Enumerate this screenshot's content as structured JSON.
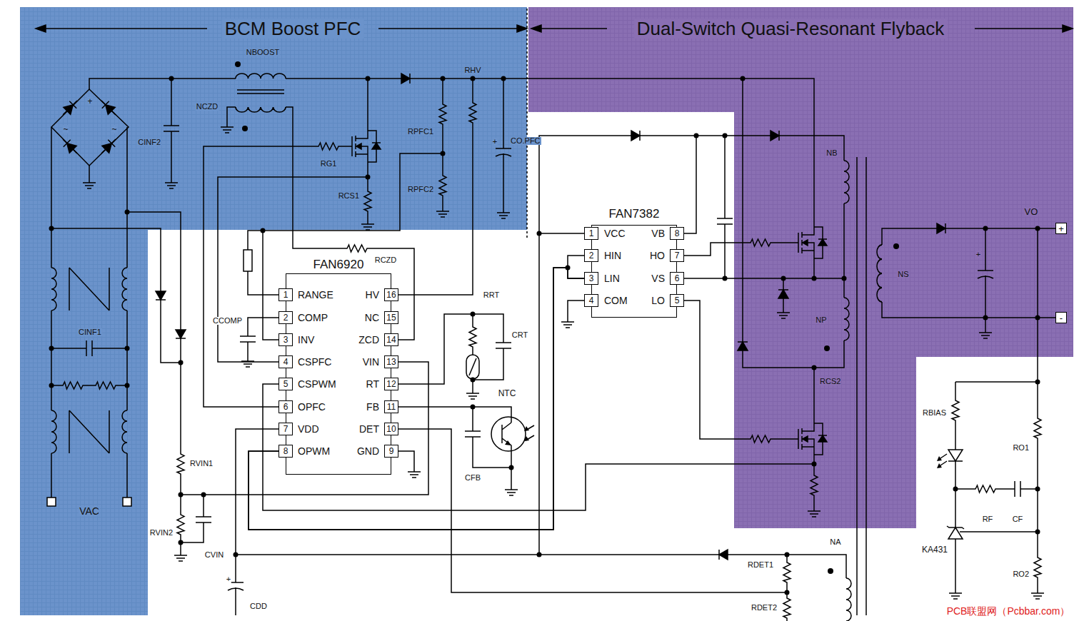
{
  "diagram": {
    "nodes": [
      {
        "text": [
          "BCM Boost PFC"
        ]
      },
      {
        "text": [
          "Dual-Switch Quasi-Resonant Flyback"
        ]
      },
      {
        "text": [
          "+"
        ],
        "in": 1
      },
      {
        "text": [
          "-"
        ],
        "in": 1
      },
      {
        "text": [
          "FAN6920"
        ]
      },
      {
        "text": [
          "1"
        ],
        "in": 4
      },
      {
        "text": [
          "2"
        ],
        "in": 4
      },
      {
        "text": [
          "3"
        ],
        "in": 4
      },
      {
        "text": [
          "4"
        ],
        "in": 4
      },
      {
        "text": [
          "5"
        ],
        "in": 4
      },
      {
        "text": [
          "6"
        ],
        "in": 4
      },
      {
        "text": [
          "7"
        ],
        "in": 4
      },
      {
        "text": [
          "8"
        ],
        "in": 4
      },
      {
        "text": [
          "9"
        ],
        "in": 4
      },
      {
        "text": [
          "10"
        ],
        "in": 4
      },
      {
        "text": [
          "11"
        ],
        "in": 4
      },
      {
        "text": [
          "12"
        ],
        "in": 4
      },
      {
        "text": [
          "13"
        ],
        "in": 4
      },
      {
        "text": [
          "14"
        ],
        "in": 4
      },
      {
        "text": [
          "15"
        ],
        "in": 4
      },
      {
        "text": [
          "16"
        ],
        "in": 4
      },
      {
        "text": [
          "FAN7382"
        ]
      },
      {
        "text": [
          "1"
        ],
        "in": 21
      },
      {
        "text": [
          "2"
        ],
        "in": 21
      },
      {
        "text": [
          "3"
        ],
        "in": 21
      },
      {
        "text": [
          "4"
        ],
        "in": 21
      },
      {
        "text": [
          "5"
        ],
        "in": 21
      },
      {
        "text": [
          "6"
        ],
        "in": 21
      },
      {
        "text": [
          "7"
        ],
        "in": 21
      },
      {
        "text": [
          "8"
        ],
        "in": 21
      }
    ],
    "edges": [
      {
        "from": 11,
        "to": 22,
        "arrow": "none"
      },
      {
        "from": 12,
        "to": 23,
        "arrow": "none"
      },
      {
        "from": 12,
        "to": 24,
        "arrow": "none"
      }
    ],
    "labels": [
      "+",
      "~",
      "~",
      "NBOOST",
      "NCZD",
      "CINF2",
      "RHV",
      "RG1",
      "RPFC1",
      "RCS1",
      "RPFC2",
      "+",
      "CO.PFC",
      "CINF1",
      "VAC",
      "RVIN1",
      "RVIN2",
      "CVIN",
      "+",
      "CDD",
      "RCZD",
      "CCOMP",
      "RANGE",
      "COMP",
      "INV",
      "CSPFC",
      "CSPWM",
      "OPFC",
      "VDD",
      "OPWM",
      "HV",
      "NC",
      "ZCD",
      "VIN",
      "RT",
      "FB",
      "DET",
      "GND",
      "RRT",
      "CRT",
      "NTC",
      "CFB",
      "VCC",
      "HIN",
      "LIN",
      "COM",
      "VB",
      "HO",
      "VS",
      "LO",
      "NB",
      "NP",
      "NS",
      "RCS2",
      "VO",
      "+",
      "RBIAS",
      "RO1",
      "RF",
      "CF",
      "KA431",
      "RO2",
      "RDET1",
      "RDET2",
      "NA",
      "PCB联盟网（Pcbbar.com）"
    ]
  }
}
